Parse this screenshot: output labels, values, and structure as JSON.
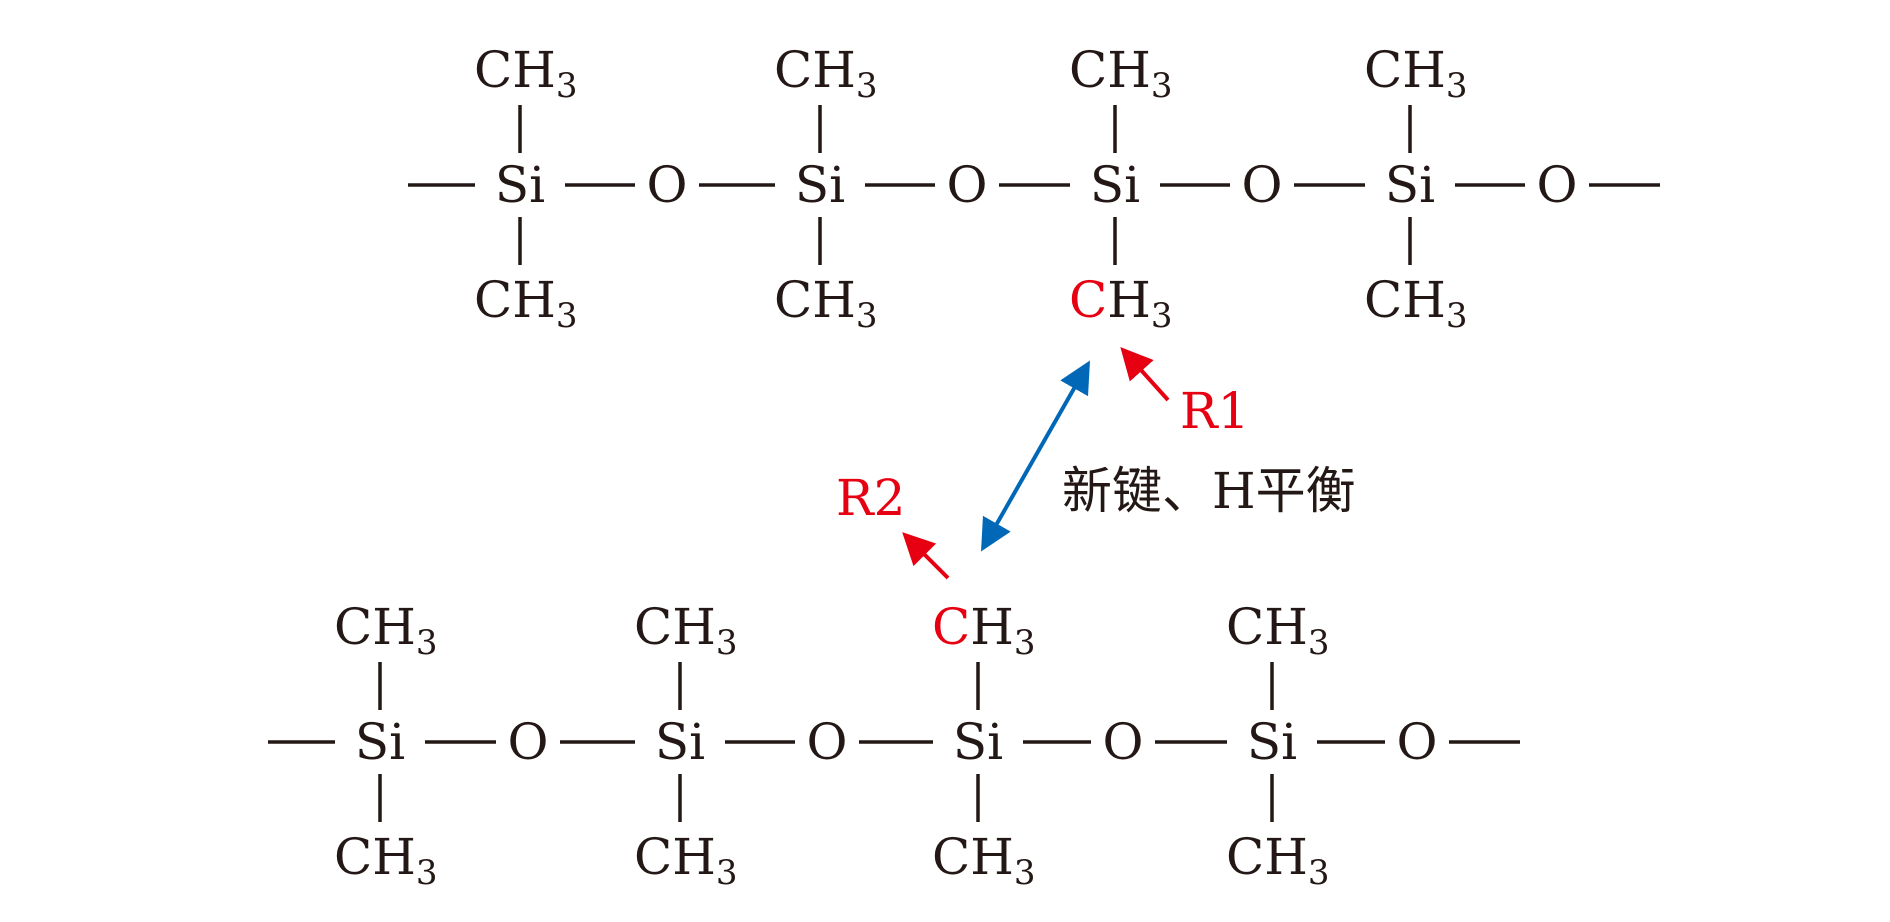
{
  "atoms": {
    "si": "Si",
    "o": "O",
    "c": "C",
    "h": "H",
    "sub3": "3"
  },
  "top_chain": {
    "units": 4,
    "highlighted_unit": 3,
    "highlighted_position": "bottom"
  },
  "bottom_chain": {
    "units": 4,
    "highlighted_unit": 3,
    "highlighted_position": "top"
  },
  "labels": {
    "r1": "R1",
    "r2": "R2",
    "bond_caption": "新键、H平衡"
  },
  "colors": {
    "ink": "#231815",
    "highlight": "#e60012",
    "bond_arrow": "#0068b7"
  }
}
